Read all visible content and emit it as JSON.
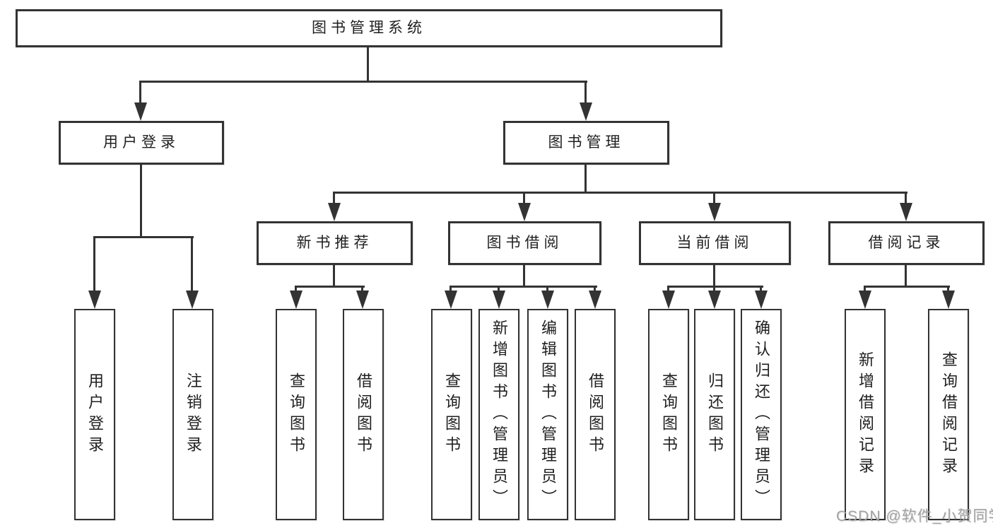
{
  "tree": {
    "root": "图书管理系统",
    "branches": [
      {
        "label": "用户登录",
        "children": [
          "用户登录",
          "注销登录"
        ]
      },
      {
        "label": "图书管理",
        "children": [
          {
            "label": "新书推荐",
            "children": [
              "查询图书",
              "借阅图书"
            ]
          },
          {
            "label": "图书借阅",
            "children": [
              "查询图书",
              "新增图书（管理员）",
              "编辑图书（管理员）",
              "借阅图书"
            ]
          },
          {
            "label": "当前借阅",
            "children": [
              "查询图书",
              "归还图书",
              "确认归还（管理员）"
            ]
          },
          {
            "label": "借阅记录",
            "children": [
              "新增借阅记录",
              "查询借阅记录"
            ]
          }
        ]
      }
    ]
  },
  "watermark": {
    "text": "CSDN @软件_小贺同学"
  },
  "colors": {
    "line": "#333333",
    "text": "#1f1f1f",
    "background": "#ffffff",
    "watermark": "#a3a3a3"
  }
}
